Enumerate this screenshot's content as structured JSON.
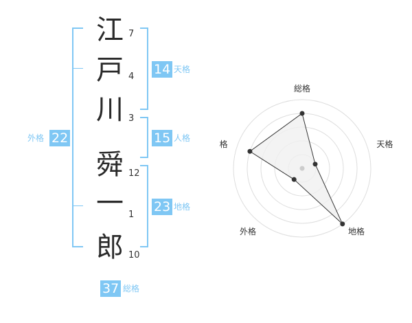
{
  "name_chars": [
    {
      "char": "江",
      "strokes": "7"
    },
    {
      "char": "戸",
      "strokes": "4"
    },
    {
      "char": "川",
      "strokes": "3"
    },
    {
      "char": "舜",
      "strokes": "12"
    },
    {
      "char": "一",
      "strokes": "1"
    },
    {
      "char": "郎",
      "strokes": "10"
    }
  ],
  "fortunes": {
    "tenkaku": {
      "value": "14",
      "label": "天格"
    },
    "jinkaku": {
      "value": "15",
      "label": "人格"
    },
    "chikaku": {
      "value": "23",
      "label": "地格"
    },
    "gaikaku": {
      "value": "22",
      "label": "外格"
    },
    "soukaku": {
      "value": "37",
      "label": "総格"
    }
  },
  "radar": {
    "axes": [
      "総格",
      "天格",
      "地格",
      "外格",
      "人格"
    ],
    "levels": 5,
    "values": [
      4,
      1,
      5,
      1,
      4
    ],
    "colors": {
      "ring": "#dddddd",
      "fill": "#f0f0f0",
      "stroke": "#333333",
      "point": "#333333",
      "center": "#cccccc"
    }
  },
  "colors": {
    "accent": "#7fc7f4"
  }
}
